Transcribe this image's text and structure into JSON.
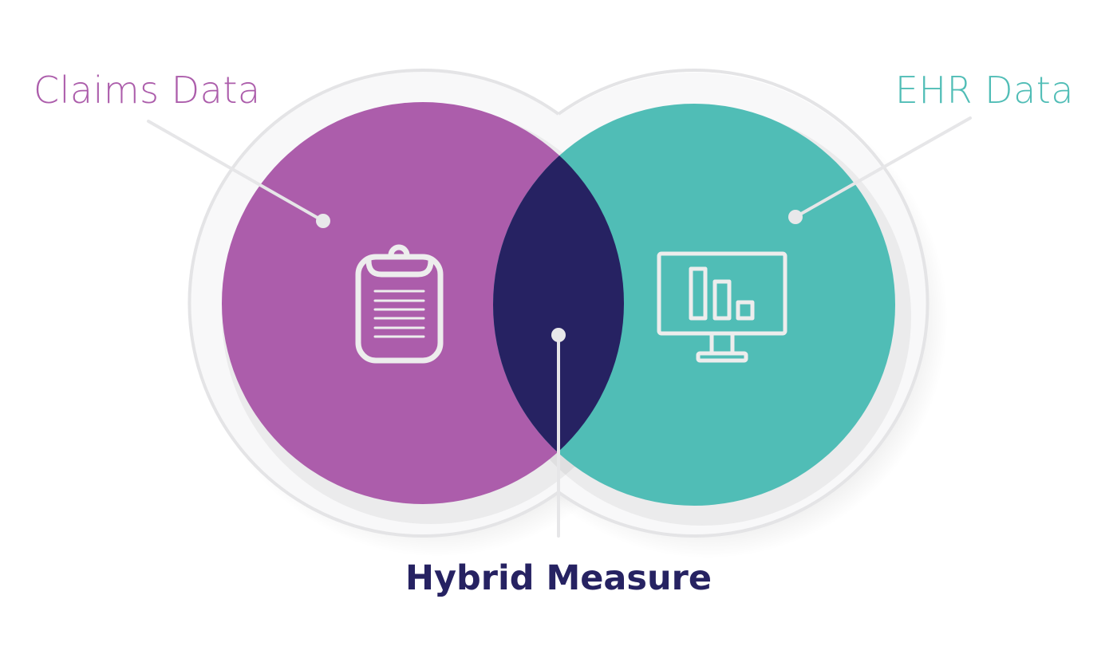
{
  "diagram": {
    "type": "venn",
    "sets": [
      {
        "id": "claims",
        "label": "Claims Data",
        "color": "#AC5DAB",
        "icon": "clipboard-icon"
      },
      {
        "id": "ehr",
        "label": "EHR Data",
        "color": "#50BDB6",
        "icon": "monitor-bar-chart-icon"
      }
    ],
    "intersection": {
      "label": "Hybrid Measure",
      "color": "#262262"
    },
    "colors": {
      "ring": "#E4E4E6",
      "leader_line": "#E6E6E8",
      "icon_stroke": "#EDEDED",
      "claims_text": "#AC5DAB",
      "ehr_text": "#50BDB6",
      "hybrid_text": "#262262"
    }
  }
}
